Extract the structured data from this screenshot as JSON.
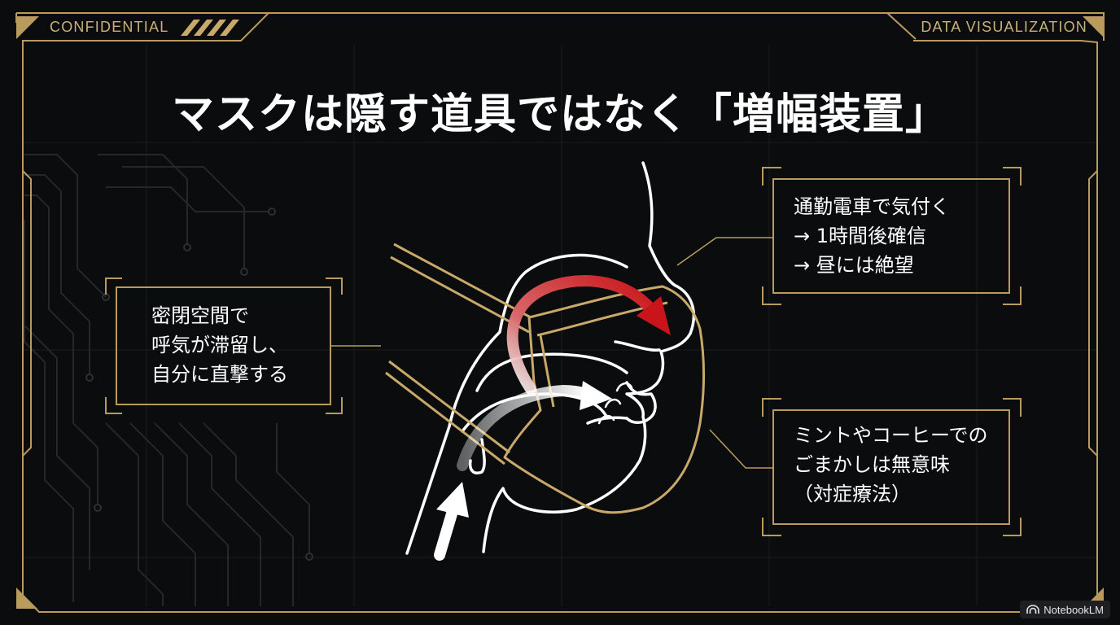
{
  "header": {
    "left_tag": "CONFIDENTIAL",
    "right_tag": "DATA VISUALIZATION"
  },
  "title": "マスクは隠す道具ではなく「増幅装置」",
  "callouts": {
    "left": {
      "lines": [
        "密閉空間で",
        "呼気が滞留し、",
        "自分に直撃する"
      ]
    },
    "top_right": {
      "lines": [
        "通勤電車で気付く",
        "→ 1時間後確信",
        "→ 昼には絶望"
      ]
    },
    "bottom_right": {
      "lines": [
        "ミントやコーヒーでの",
        "ごまかしは無意味",
        "（対症療法）"
      ]
    }
  },
  "brand": {
    "label": "NotebookLM",
    "icon": "notebooklm-logo-icon"
  },
  "colors": {
    "background": "#0b0c0e",
    "gold": "#c9a96a",
    "red_arrow": "#c8141a",
    "white": "#ffffff"
  }
}
